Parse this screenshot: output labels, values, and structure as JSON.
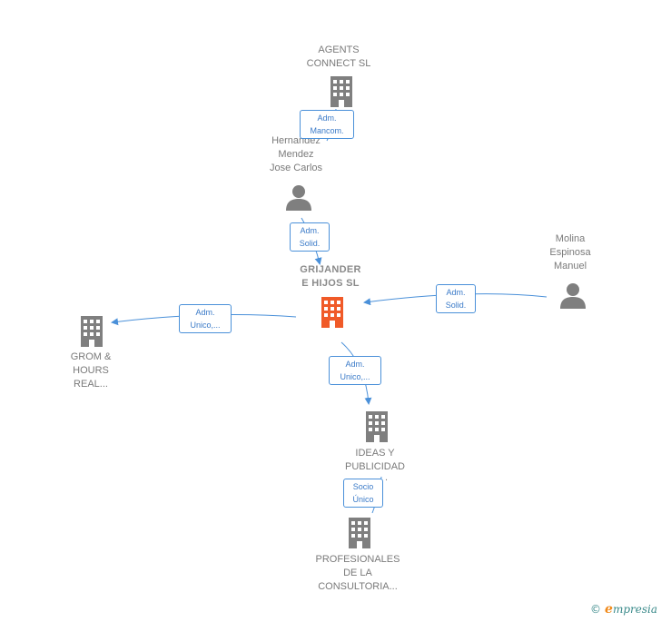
{
  "nodes": {
    "agents_connect": {
      "lines": [
        "AGENTS",
        "CONNECT  SL"
      ]
    },
    "hernandez": {
      "lines": [
        "Hernandez",
        "Mendez",
        "Jose Carlos"
      ]
    },
    "grijander": {
      "lines": [
        "GRIJANDER",
        "E HIJOS  SL"
      ]
    },
    "molina": {
      "lines": [
        "Molina",
        "Espinosa",
        "Manuel"
      ]
    },
    "grom": {
      "lines": [
        "GROM &",
        "HOURS",
        "REAL..."
      ]
    },
    "ideas": {
      "lines": [
        "IDEAS Y",
        "PUBLICIDAD",
        "."
      ]
    },
    "profesionales": {
      "lines": [
        "PROFESIONALES",
        "DE LA",
        "CONSULTORIA..."
      ]
    }
  },
  "edges": {
    "agents_hernandez": {
      "lines": [
        "Adm.",
        "Mancom."
      ]
    },
    "hernandez_grijander": {
      "lines": [
        "Adm.",
        "Solid."
      ]
    },
    "molina_grijander": {
      "lines": [
        "Adm.",
        "Solid."
      ]
    },
    "grijander_grom": {
      "lines": [
        "Adm.",
        "Unico,..."
      ]
    },
    "grijander_ideas": {
      "lines": [
        "Adm.",
        "Unico,..."
      ]
    },
    "ideas_profesionales": {
      "lines": [
        "Socio",
        "Único"
      ]
    }
  },
  "colors": {
    "accent": "#f05a28",
    "node": "#7f7f7f",
    "edge": "#4a90d9"
  },
  "icons": {
    "company": "building-icon",
    "person": "person-icon",
    "main": "building-icon"
  },
  "footer": {
    "copyright": "©",
    "brand_e": "e",
    "brand_rest": "mpresia"
  }
}
